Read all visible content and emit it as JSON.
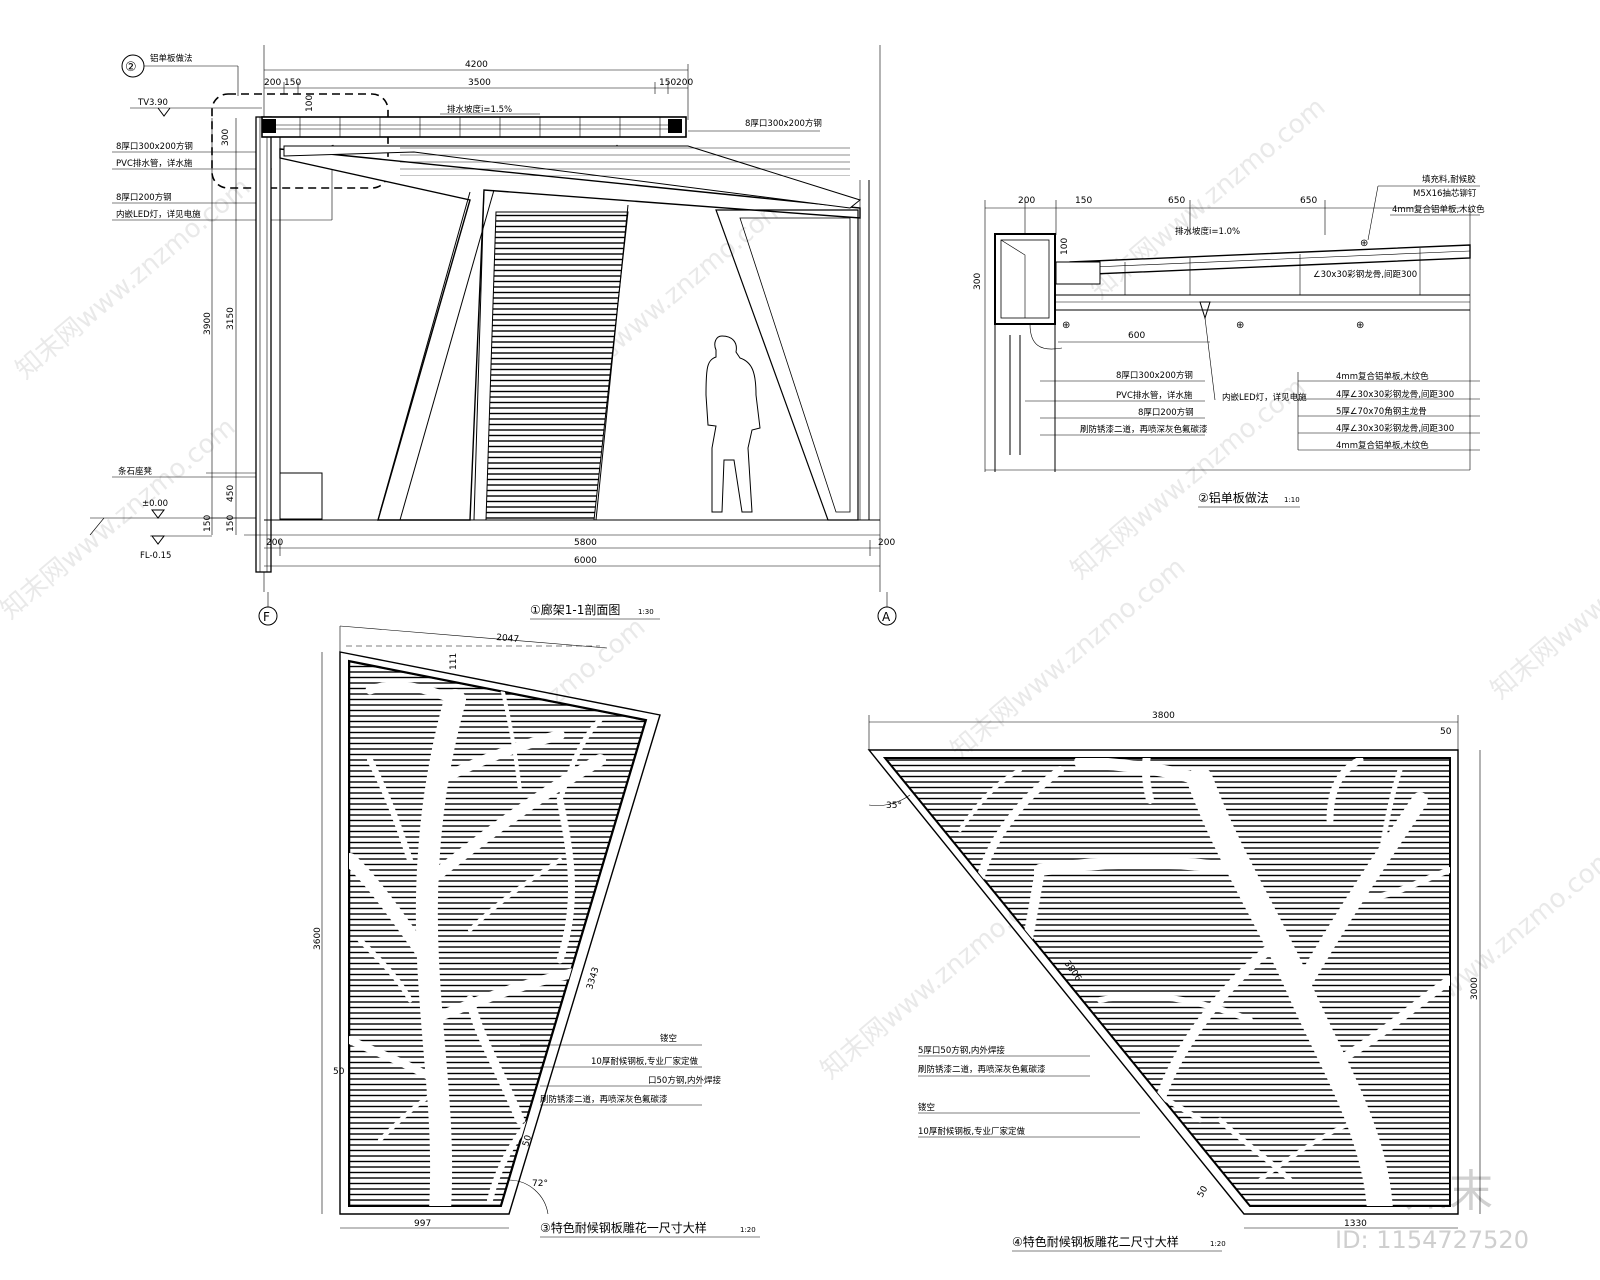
{
  "section_1": {
    "caption": "①廊架1-1剖面图",
    "scale": "1:30",
    "callout_ref": "②",
    "callout_label": "铝单板做法",
    "top_dims": [
      "4200",
      "200",
      "150",
      "3500",
      "150",
      "200"
    ],
    "slope_note": "排水坡度i=1.5%",
    "tv_level": "TV3.90",
    "left_notes": [
      "8厚口300x200方钢",
      "PVC排水管，详水施",
      "8厚口200方钢",
      "内嵌LED灯，详见电施"
    ],
    "right_note": "8厚口300x200方钢",
    "vert_dims": [
      "300",
      "3900",
      "3150",
      "450",
      "150",
      "150",
      "100"
    ],
    "bench_note": "条石座凳",
    "level_zero": "±0.00",
    "level_fl": "FL-0.15",
    "bottom_dims": [
      "5800",
      "200",
      "200",
      "6000"
    ],
    "axis_left": "F",
    "axis_right": "A"
  },
  "detail_2": {
    "caption": "②铝单板做法",
    "scale": "1:10",
    "top_dims": [
      "200",
      "150",
      "650",
      "650"
    ],
    "slope_note": "排水坡度i=1.0%",
    "dim_300": "300",
    "dim_100": "100",
    "dim_600": "600",
    "top_right_notes": [
      "填充料,耐候胶",
      "M5X16抽芯铆钉",
      "4mm复合铝单板,木纹色"
    ],
    "mid_note": "∠30x30彩钢龙骨,间距300",
    "left_notes": [
      "8厚口300x200方钢",
      "PVC排水管，详水施",
      "8厚口200方钢",
      "刷防锈漆二道，再喷深灰色氟碳漆"
    ],
    "led_note": "内嵌LED灯，详见电施",
    "right_notes": [
      "4mm复合铝单板,木纹色",
      "4厚∠30x30彩钢龙骨,间距300",
      "5厚∠70x70角钢主龙骨",
      "4厚∠30x30彩钢龙骨,间距300",
      "4mm复合铝单板,木纹色"
    ]
  },
  "panel_3": {
    "caption": "③特色耐候钢板雕花一尺寸大样",
    "scale": "1:20",
    "dims": [
      "2047",
      "111",
      "3600",
      "3343",
      "50",
      "50",
      "997",
      "72°"
    ],
    "notes": [
      "镂空",
      "10厚耐候钢板,专业厂家定做",
      "口50方钢,内外焊接",
      "刷防锈漆二道，再喷深灰色氟碳漆"
    ]
  },
  "panel_4": {
    "caption": "④特色耐候钢板雕花二尺寸大样",
    "scale": "1:20",
    "dims": [
      "3800",
      "50",
      "35°",
      "3000",
      "3806",
      "50",
      "1330"
    ],
    "notes": [
      "5厚口50方钢,内外焊接",
      "刷防锈漆二道，再喷深灰色氟碳漆",
      "镂空",
      "10厚耐候钢板,专业厂家定做"
    ]
  },
  "watermark": {
    "text": "知末网www.znzmo.com",
    "logo": "知末",
    "id": "ID: 1154727520"
  }
}
